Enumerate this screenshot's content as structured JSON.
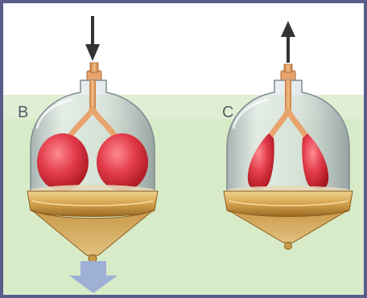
{
  "figure": {
    "panels": [
      {
        "label": "B",
        "arrow": "down-arrow",
        "lungs": "inflated"
      },
      {
        "label": "C",
        "arrow": "up-arrow",
        "lungs": "deflated"
      }
    ],
    "colors": {
      "frame": "#5a5c8a",
      "background_top": "#ffffff",
      "background_green": "#d8ebc8",
      "jar_glass": "#c9d2d6",
      "lung": "#e23b4a",
      "tube": "#e9a36d",
      "base_gold": "#d3a24f",
      "diaphragm": "#d9c9a3",
      "arrow_dark": "#333333",
      "arrow_blue": "#9fb0d6"
    }
  }
}
